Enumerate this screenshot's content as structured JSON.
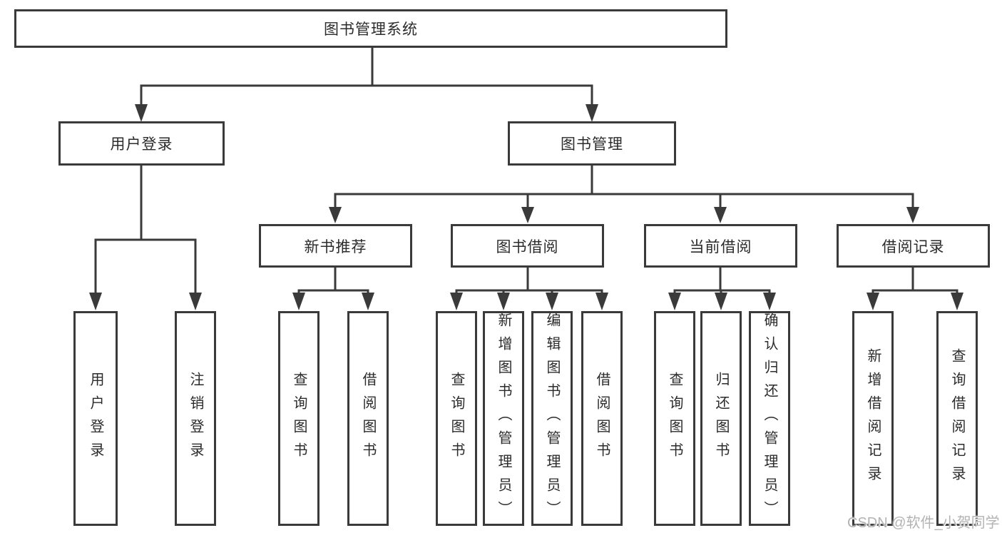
{
  "tree": {
    "label": "图书管理系统",
    "children": [
      {
        "label": "用户登录",
        "children": [
          {
            "label": "用户登录"
          },
          {
            "label": "注销登录"
          }
        ]
      },
      {
        "label": "图书管理",
        "children": [
          {
            "label": "新书推荐",
            "children": [
              {
                "label": "查询图书"
              },
              {
                "label": "借阅图书"
              }
            ]
          },
          {
            "label": "图书借阅",
            "children": [
              {
                "label": "查询图书"
              },
              {
                "label": "新增图书（管理员）"
              },
              {
                "label": "编辑图书（管理员）"
              },
              {
                "label": "借阅图书"
              }
            ]
          },
          {
            "label": "当前借阅",
            "children": [
              {
                "label": "查询图书"
              },
              {
                "label": "归还图书"
              },
              {
                "label": "确认归还（管理员）"
              }
            ]
          },
          {
            "label": "借阅记录",
            "children": [
              {
                "label": "新增借阅记录"
              },
              {
                "label": "查询借阅记录"
              }
            ]
          }
        ]
      }
    ]
  },
  "watermark": {
    "text": "CSDN @软件_小贺同学"
  },
  "colors": {
    "line": "#3a3a3a",
    "text": "#2b2b2b",
    "background": "#ffffff",
    "watermark": "#b3b3b3"
  }
}
